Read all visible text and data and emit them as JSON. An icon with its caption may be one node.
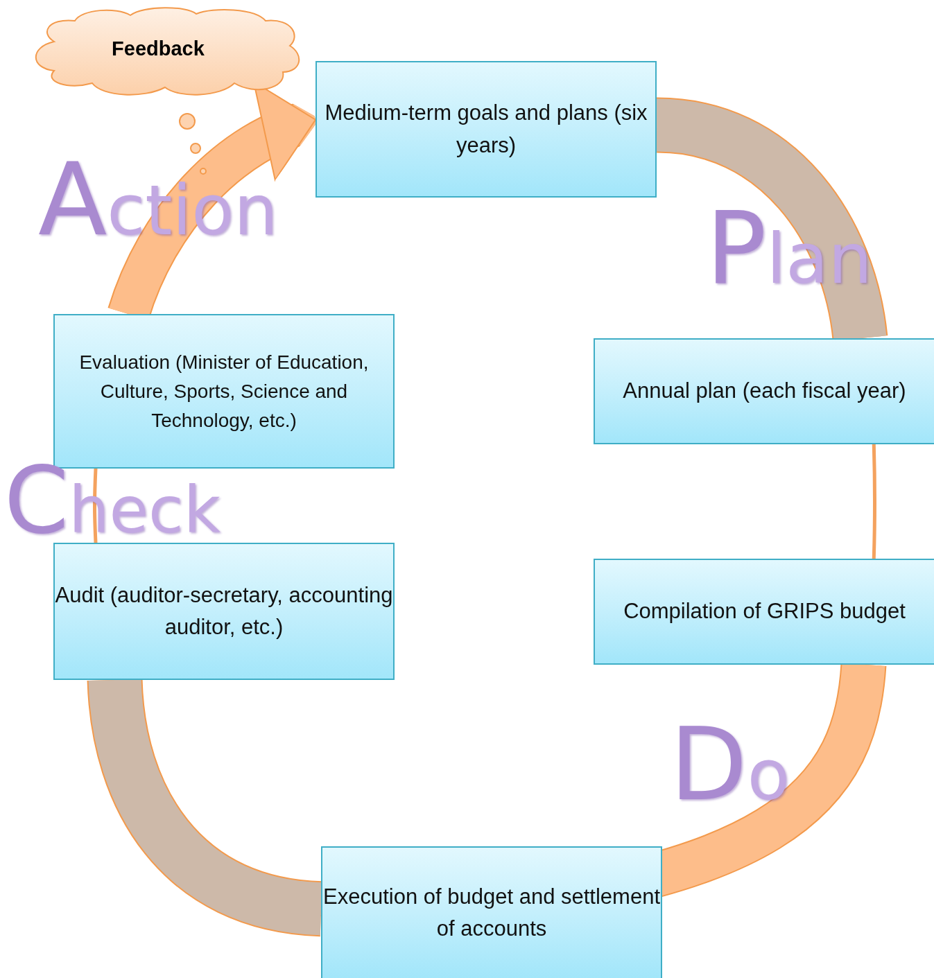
{
  "diagram": {
    "nodes": [
      {
        "text": [
          "Feedback"
        ]
      },
      {
        "text": [
          "Medium-term goals and plans (six years)"
        ]
      },
      {
        "text": [
          "Annual plan (each fiscal year)"
        ]
      },
      {
        "text": [
          "Compilation of GRIPS budget"
        ]
      },
      {
        "text": [
          "Execution of budget and settlement of accounts"
        ]
      },
      {
        "text": [
          "Audit (auditor-secretary, accounting auditor, etc.)"
        ]
      },
      {
        "text": [
          "Evaluation (Minister of Education, Culture, Sports, Science and Technology, etc.)"
        ]
      }
    ],
    "edges": [
      {
        "from": 1,
        "to": 2,
        "arrow": "none",
        "color": "#cdb9a9"
      },
      {
        "from": 2,
        "to": 3,
        "arrow": "none"
      },
      {
        "from": 3,
        "to": 4,
        "arrow": "to",
        "color": "#fdbd8a"
      },
      {
        "from": 4,
        "to": 5,
        "arrow": "none",
        "color": "#cdb9a9"
      },
      {
        "from": 5,
        "to": 6,
        "arrow": "none"
      },
      {
        "from": 6,
        "to": 1,
        "arrow": "to",
        "color": "#fdbd8a"
      }
    ],
    "labels": [
      "Action",
      "Plan",
      "Check",
      "Do"
    ]
  }
}
